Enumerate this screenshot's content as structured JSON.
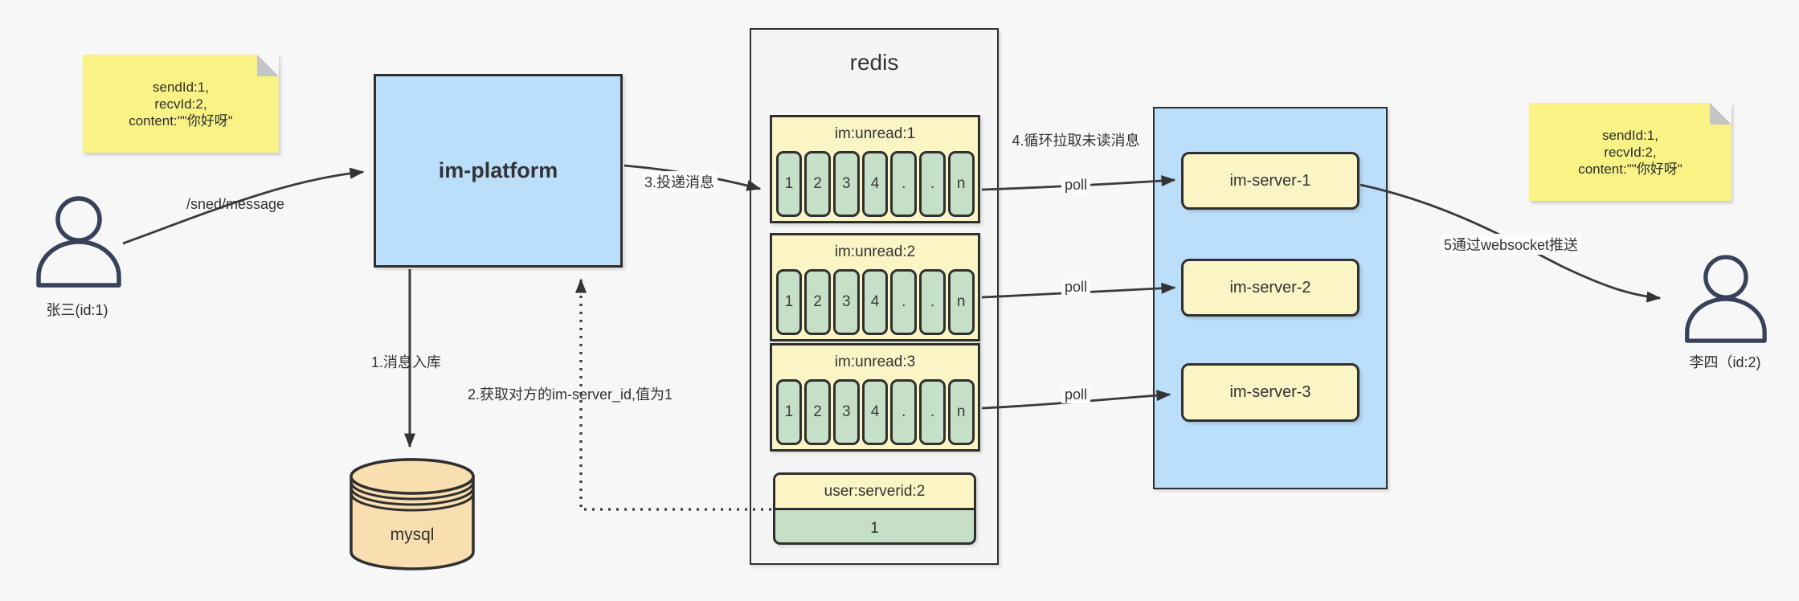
{
  "notes": {
    "left": {
      "lines": [
        "sendId:1,",
        "recvId:2,",
        "content:\"\"你好呀\""
      ]
    },
    "right": {
      "lines": [
        "sendId:1,",
        "recvId:2,",
        "content:\"\"你好呀\""
      ]
    }
  },
  "actors": {
    "sender": {
      "label": "张三(id:1)"
    },
    "receiver": {
      "label": "李四（id:2)"
    }
  },
  "platform": {
    "label": "im-platform"
  },
  "mysql": {
    "label": "mysql"
  },
  "redis": {
    "title": "redis",
    "queues": [
      {
        "header": "im:unread:1",
        "cells": [
          "1",
          "2",
          "3",
          "4",
          ".",
          ".",
          "n"
        ]
      },
      {
        "header": "im:unread:2",
        "cells": [
          "1",
          "2",
          "3",
          "4",
          ".",
          ".",
          "n"
        ]
      },
      {
        "header": "im:unread:3",
        "cells": [
          "1",
          "2",
          "3",
          "4",
          ".",
          ".",
          "n"
        ]
      }
    ],
    "kv": {
      "header": "user:serverid:2",
      "value": "1"
    }
  },
  "servers": {
    "items": [
      {
        "label": "im-server-1"
      },
      {
        "label": "im-server-2"
      },
      {
        "label": "im-server-3"
      }
    ]
  },
  "edges": {
    "send": "/sned/message",
    "store": "1.消息入库",
    "get_server_id": "2.获取对方的im-server_id,值为1",
    "deliver": "3.投递消息",
    "pull": "4.循环拉取未读消息",
    "poll1": "poll",
    "poll2": "poll",
    "poll3": "poll",
    "push": "5通过websocket推送"
  },
  "colors": {
    "background": "#F7F7F7",
    "note_yellow": "#F9F386",
    "node_blue": "#BBDEFB",
    "pale_yellow": "#FBF5C5",
    "cell_green": "#C6E0C7",
    "mysql_tan": "#F9DFB0",
    "line_dark": "#3A3A3A"
  }
}
